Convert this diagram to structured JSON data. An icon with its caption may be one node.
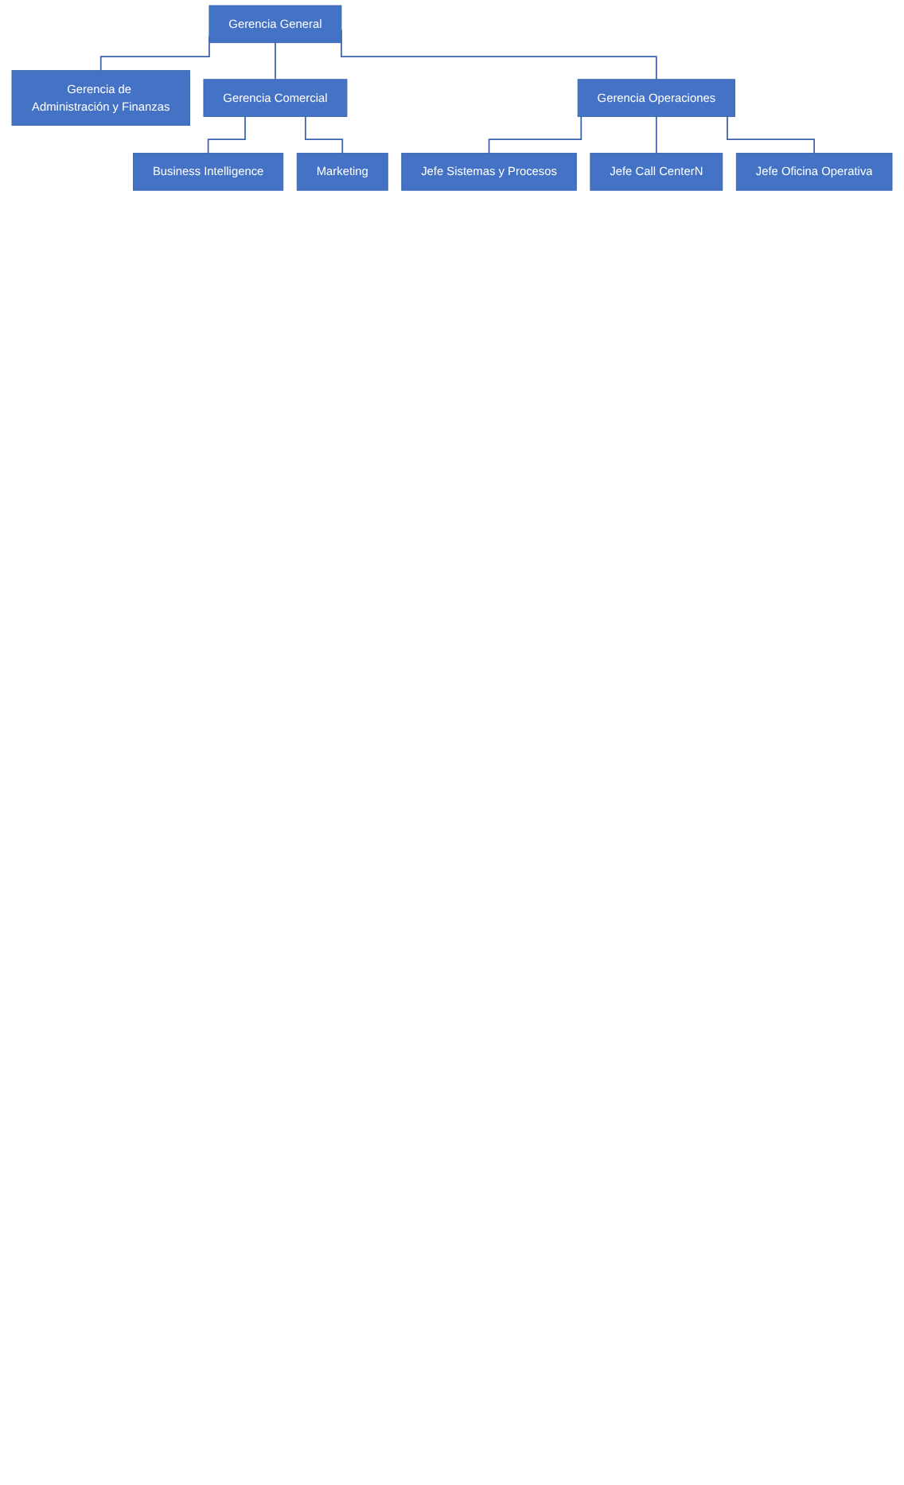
{
  "diagram": {
    "nodes": [
      {
        "text": [
          "Gerencia General"
        ]
      },
      {
        "text": [
          "Gerencia de Administración y Finanzas"
        ]
      },
      {
        "text": [
          "Gerencia Comercial"
        ]
      },
      {
        "text": [
          "Gerencia Operaciones"
        ]
      },
      {
        "text": [
          "Business Intelligence"
        ]
      },
      {
        "text": [
          "Marketing"
        ]
      },
      {
        "text": [
          "Jefe Sistemas y Procesos"
        ]
      },
      {
        "text": [
          "Jefe Call CenterN"
        ]
      },
      {
        "text": [
          "Jefe Oficina Operativa"
        ]
      }
    ],
    "edges": [
      {
        "from": 0,
        "to": 1,
        "arrow": "none"
      },
      {
        "from": 0,
        "to": 2,
        "arrow": "none"
      },
      {
        "from": 0,
        "to": 3,
        "arrow": "none"
      },
      {
        "from": 2,
        "to": 4,
        "arrow": "none"
      },
      {
        "from": 2,
        "to": 5,
        "arrow": "none"
      },
      {
        "from": 3,
        "to": 6,
        "arrow": "none"
      },
      {
        "from": 3,
        "to": 7,
        "arrow": "none"
      },
      {
        "from": 3,
        "to": 8,
        "arrow": "none"
      }
    ]
  }
}
